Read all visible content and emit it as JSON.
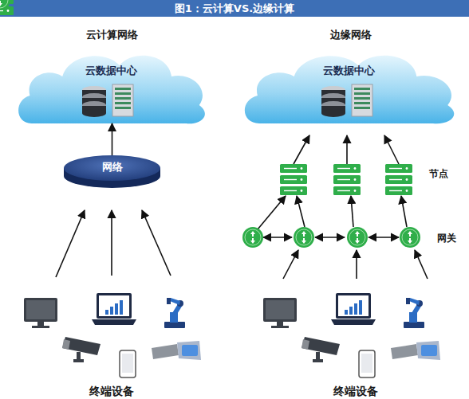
{
  "diagram": {
    "title": "图1：云计算VS.边缘计算",
    "nodes": [
      {
        "text": [
          "云数据中心"
        ]
      },
      {
        "text": [
          "网络"
        ]
      },
      {
        "text": [
          "云数据中心"
        ]
      }
    ],
    "edges": [
      {
        "from": 1,
        "to": 0,
        "arrow": "to"
      }
    ],
    "labels": [
      "云计算网络",
      "边缘网络",
      "节点",
      "网关",
      "终端设备",
      "终端设备"
    ]
  }
}
